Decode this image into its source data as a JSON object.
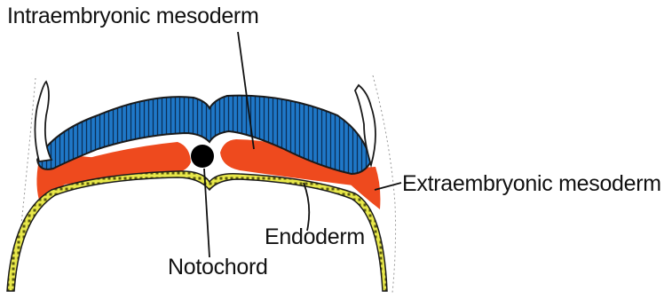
{
  "labels": {
    "intraembryonic_mesoderm": "Intraembryonic mesoderm",
    "extraembryonic_mesoderm": "Extraembryonic mesoderm",
    "endoderm": "Endoderm",
    "notochord": "Notochord"
  },
  "colors": {
    "ectoderm": "#1f78c8",
    "mesoderm": "#ee4a1e",
    "endoderm": "#e8e84a",
    "notochord": "#000000",
    "outline": "#1a1a1a"
  }
}
